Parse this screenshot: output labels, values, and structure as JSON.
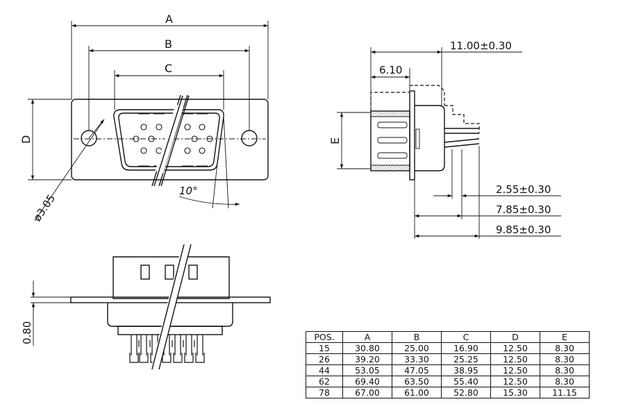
{
  "front_view": {
    "dims": {
      "a": "A",
      "b": "B",
      "c": "C",
      "d": "D"
    },
    "hole_diameter": "ø3.05",
    "angle": "10°"
  },
  "side_view": {
    "dims": {
      "depth_total": "11.00±0.30",
      "shell_depth": "6.10",
      "e": "E",
      "pin_a": "2.55±0.30",
      "pin_b": "7.85±0.30",
      "pin_c": "9.85±0.30"
    }
  },
  "bottom_view": {
    "thickness": "0.80"
  },
  "table": {
    "headers": [
      "POS.",
      "A",
      "B",
      "C",
      "D",
      "E"
    ],
    "rows": [
      [
        "15",
        "30.80",
        "25.00",
        "16.90",
        "12.50",
        "8.30"
      ],
      [
        "26",
        "39.20",
        "33.30",
        "25.25",
        "12.50",
        "8.30"
      ],
      [
        "44",
        "53.05",
        "47.05",
        "38.95",
        "12.50",
        "8.30"
      ],
      [
        "62",
        "69.40",
        "63.50",
        "55.40",
        "12.50",
        "8.30"
      ],
      [
        "78",
        "67.00",
        "61.00",
        "52.80",
        "15.30",
        "11.15"
      ]
    ]
  }
}
